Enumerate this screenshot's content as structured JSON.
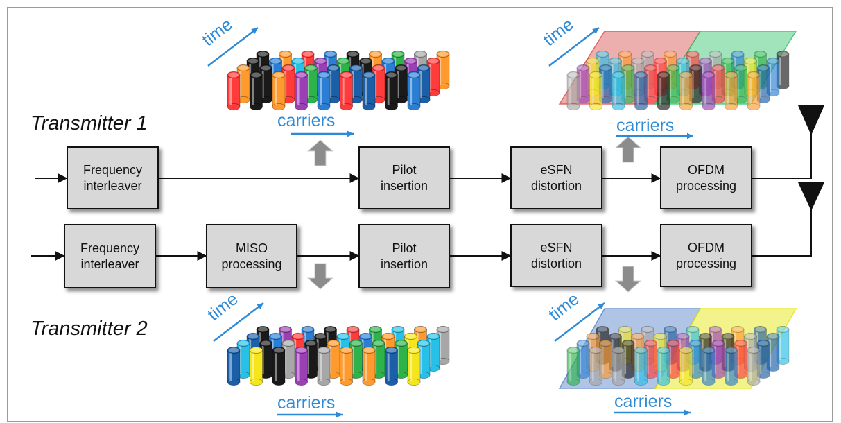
{
  "transmitters": [
    {
      "label": "Transmitter 1",
      "blocks": [
        {
          "id": "freq1",
          "lines": [
            "Frequency",
            "interleaver"
          ]
        },
        {
          "id": "pilot1",
          "lines": [
            "Pilot",
            "insertion"
          ]
        },
        {
          "id": "esfn1",
          "lines": [
            "eSFN",
            "distortion"
          ]
        },
        {
          "id": "ofdm1",
          "lines": [
            "OFDM",
            "processing"
          ]
        }
      ]
    },
    {
      "label": "Transmitter 2",
      "blocks": [
        {
          "id": "freq2",
          "lines": [
            "Frequency",
            "interleaver"
          ]
        },
        {
          "id": "miso2",
          "lines": [
            "MISO",
            "processing"
          ]
        },
        {
          "id": "pilot2",
          "lines": [
            "Pilot",
            "insertion"
          ]
        },
        {
          "id": "esfn2",
          "lines": [
            "eSFN",
            "distortion"
          ]
        },
        {
          "id": "ofdm2",
          "lines": [
            "OFDM",
            "processing"
          ]
        }
      ]
    }
  ],
  "axis_labels": {
    "time": "time",
    "carriers": "carriers"
  },
  "colors": {
    "cell_palette": [
      "#2db34a",
      "#ff3b3b",
      "#2a7fd4",
      "#f5e61c",
      "#1a1a1a",
      "#ff9a2e",
      "#9b3fb5",
      "#27c0e8",
      "#a7a7a7",
      "#1b5fa8"
    ],
    "overlay_red": "#d84c4c",
    "overlay_green": "#2fc46a",
    "overlay_blue": "#4f7fc8",
    "overlay_yellow": "#e5e500",
    "arrow_grey": "#8c8c8c",
    "axis_blue": "#2e8ad6"
  }
}
